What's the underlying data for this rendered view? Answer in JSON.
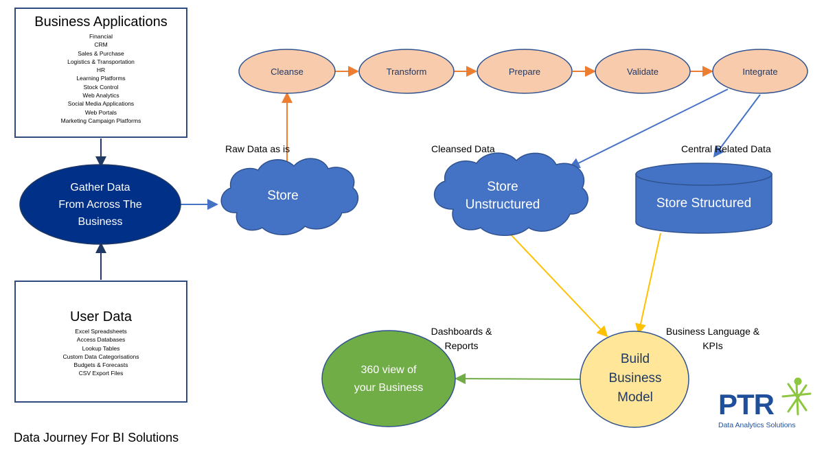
{
  "business_applications": {
    "title": "Business Applications",
    "items": [
      "Financial",
      "CRM",
      "Sales & Purchase",
      "Logistics & Transportation",
      "HR",
      "Learning Platforms",
      "Stock Control",
      "Web Analytics",
      "Social Media Applications",
      "Web Portals",
      "Marketing Campaign Platforms"
    ]
  },
  "user_data": {
    "title": "User Data",
    "items": [
      "Excel Spreadsheets",
      "Access Databases",
      "Lookup Tables",
      "Custom Data Categorisations",
      "Budgets & Forecasts",
      "CSV Export Files"
    ]
  },
  "gather": {
    "line1": "Gather Data",
    "line2": "From Across The",
    "line3": "Business"
  },
  "store": {
    "label": "Store"
  },
  "raw_data_label": "Raw Data as is",
  "steps": [
    "Cleanse",
    "Transform",
    "Prepare",
    "Validate",
    "Integrate"
  ],
  "cleansed_label": "Cleansed Data",
  "store_unstructured": {
    "line1": "Store",
    "line2": "Unstructured"
  },
  "central_label": "Central Related Data",
  "store_structured": {
    "label": "Store Structured"
  },
  "business_language": {
    "line1": "Business Language &",
    "line2": "KPIs"
  },
  "build_model": {
    "line1": "Build",
    "line2": "Business",
    "line3": "Model"
  },
  "dashboards": {
    "line1": "Dashboards &",
    "line2": "Reports"
  },
  "view360": {
    "line1": "360 view of",
    "line2": "your Business"
  },
  "footer_title": "Data Journey For BI Solutions",
  "logo": {
    "text": "PTR",
    "tagline": "Data Analytics Solutions"
  },
  "colors": {
    "navy": "#003087",
    "blue": "#4472c4",
    "peach": "#f8cbad",
    "orange": "#ed7d31",
    "yellow": "#ffe699",
    "gold": "#ffc000",
    "green": "#70ad47",
    "logo_blue": "#1f4e9a",
    "logo_green": "#8dc63f"
  }
}
